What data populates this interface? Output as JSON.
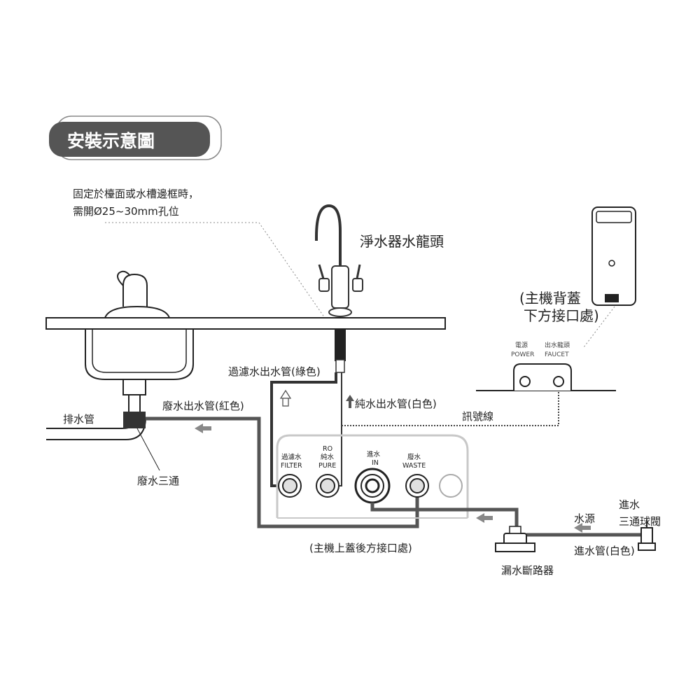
{
  "title": "安裝示意圖",
  "note": {
    "line1": "固定於檯面或水槽邊框時，",
    "line2": "需開Ø25~30mm孔位"
  },
  "faucet_label": "淨水器水龍頭",
  "back_cover": {
    "line1": "(主機背蓋",
    "line2": "下方接口處)"
  },
  "back_ports": {
    "power_zh": "電源",
    "power_en": "POWER",
    "faucet_zh": "出水龍頭",
    "faucet_en": "FAUCET"
  },
  "pipes": {
    "filter_out": "過濾水出水管(綠色)",
    "pure_out": "純水出水管(白色)",
    "waste_out": "廢水出水管(紅色)",
    "drain": "排水管",
    "signal": "訊號線",
    "inlet": "進水管(白色)"
  },
  "parts": {
    "waste_tee": "廢水三通",
    "water_source": "水源",
    "ball_valve_line1": "進水",
    "ball_valve_line2": "三通球閥",
    "leak_breaker": "漏水斷路器",
    "top_cover_note": "(主機上蓋後方接口處)"
  },
  "ports": [
    {
      "zh": "過濾水",
      "en": "FILTER"
    },
    {
      "zh": "RO",
      "zh2": "純水",
      "en": "PURE"
    },
    {
      "zh": "進水",
      "en": "IN"
    },
    {
      "zh": "廢水",
      "en": "WASTE"
    }
  ],
  "colors": {
    "title_bg": "#555555",
    "pipe": "#555555",
    "outline": "#222222",
    "housing": "#c8c8c8"
  }
}
